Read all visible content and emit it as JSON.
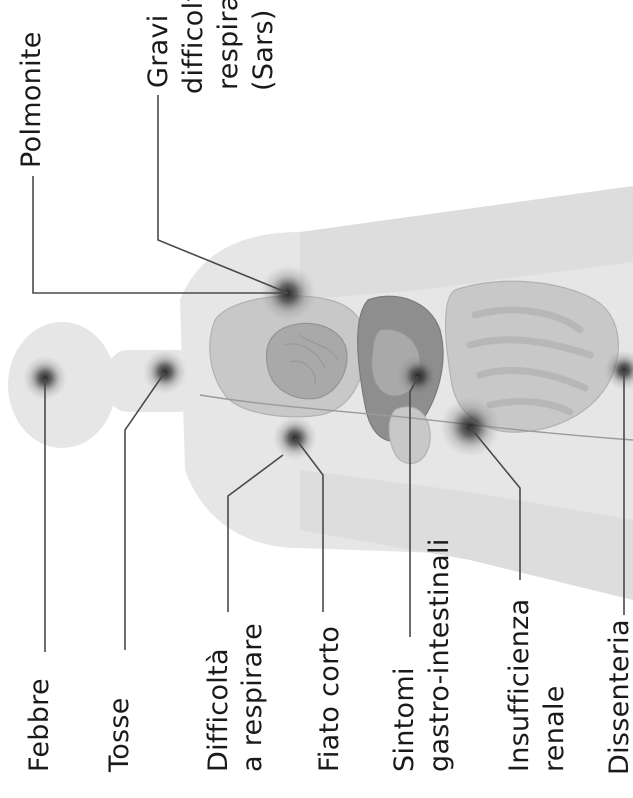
{
  "labels": {
    "febbre": [
      "Febbre"
    ],
    "tosse": [
      "Tosse"
    ],
    "difficolta": [
      "Difficoltà",
      "a respirare"
    ],
    "fiato": [
      "Fiato corto"
    ],
    "sintomi": [
      "Sintomi",
      "gastro-intestinali"
    ],
    "insufficienza": [
      "Insufficienza",
      "renale"
    ],
    "dissenteria": [
      "Dissenteria"
    ],
    "polmonite": [
      "Polmonite"
    ],
    "gravi": [
      "Gravi",
      "difficoltà",
      "respiratorie",
      "(Sars)"
    ]
  },
  "colors": {
    "body": "#e6e6e6",
    "organ": "#c8c8c8",
    "organ_dark": "#8e8e8e",
    "hotspot": "#2a2a2a",
    "text": "#1a1a1a",
    "leader": "#4a4a4a"
  }
}
